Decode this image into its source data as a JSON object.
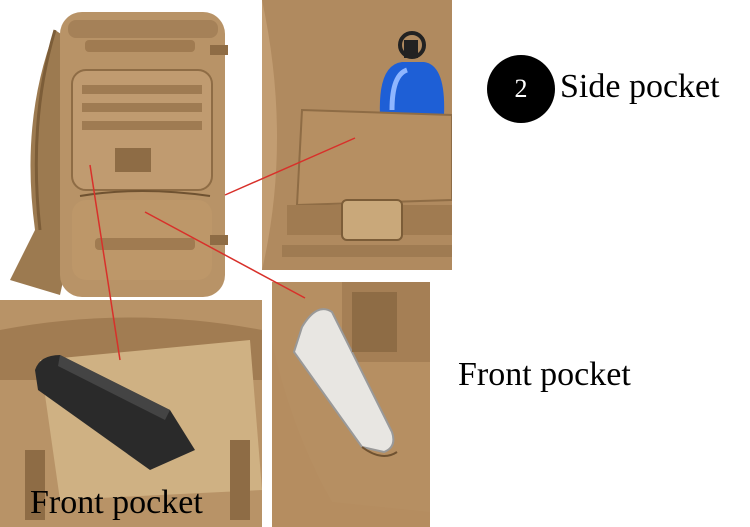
{
  "badge": {
    "number": "2"
  },
  "captions": {
    "side": "Side pocket",
    "front_right": "Front pocket",
    "front_bottom": "Front pocket"
  },
  "colors": {
    "bag_tan": "#b89367",
    "bag_dark": "#8e6c45",
    "bag_light": "#c9a47a",
    "callout_line": "#d8302a",
    "bottle_blue": "#1e5fd6"
  }
}
